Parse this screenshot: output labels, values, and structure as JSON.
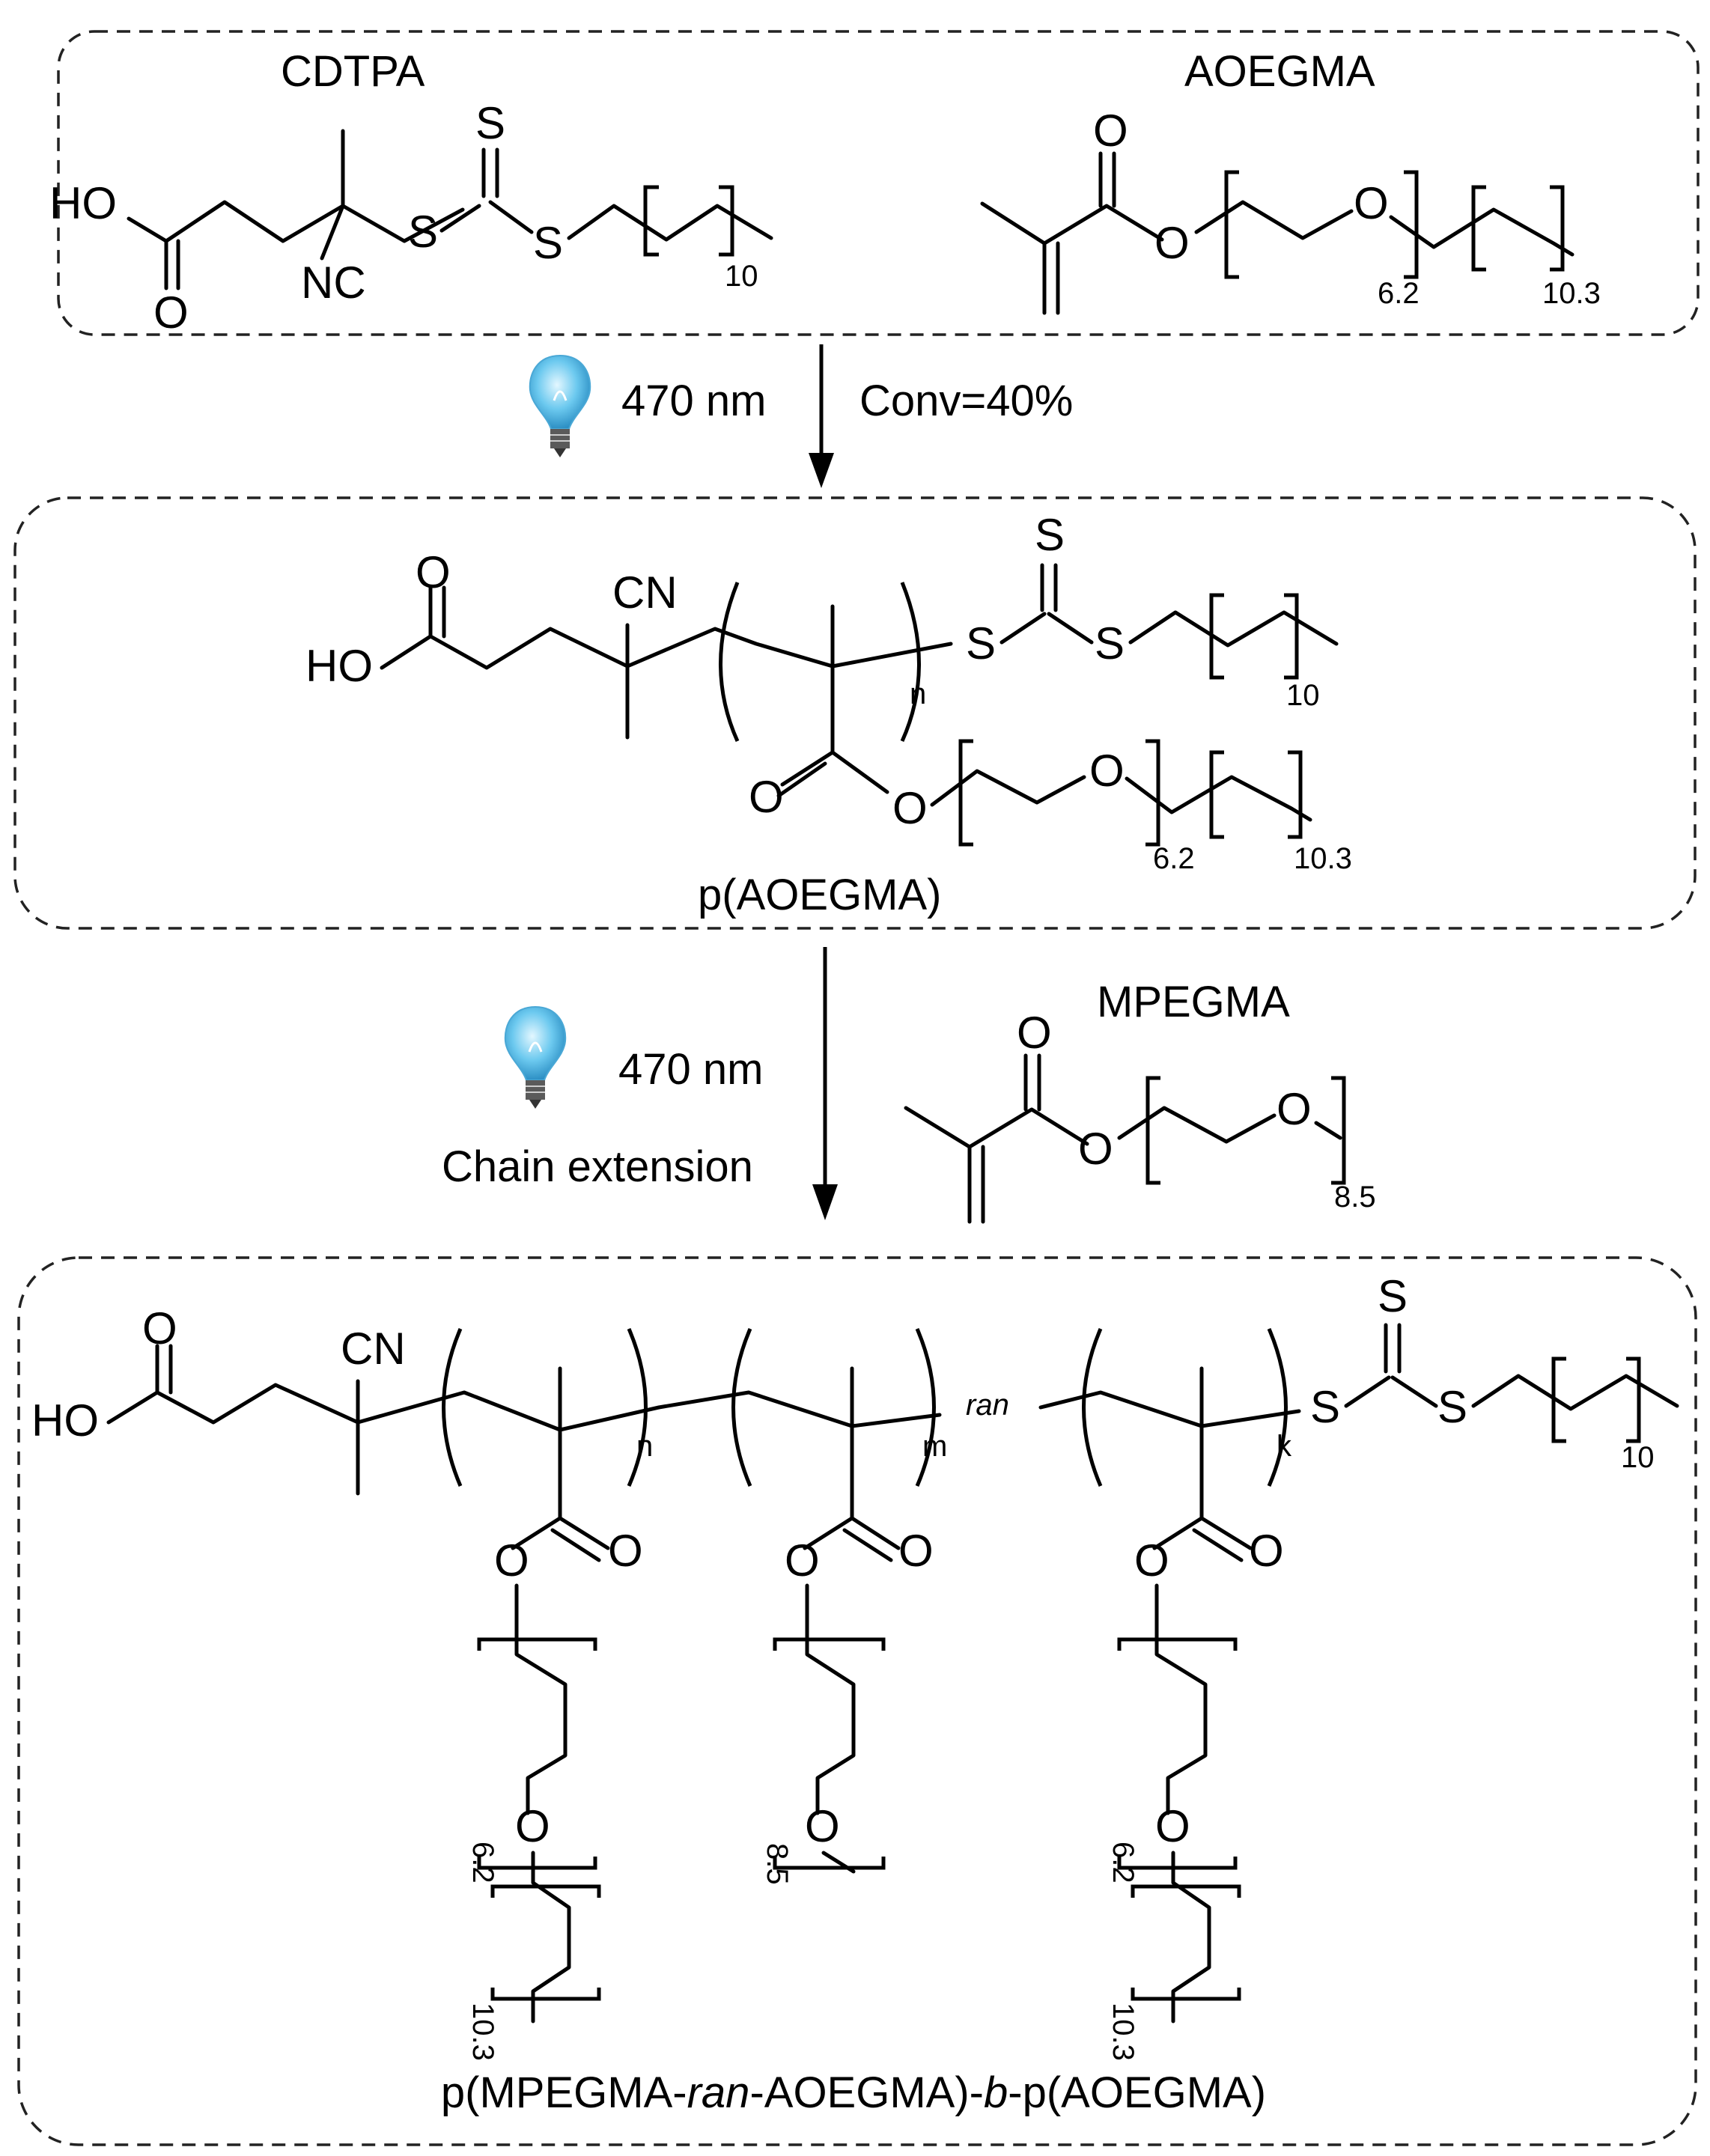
{
  "reagents": {
    "raft_agent": "CDTPA",
    "monomer_1": "AOEGMA",
    "monomer_2": "MPEGMA"
  },
  "step1": {
    "wavelength": "470 nm",
    "conversion": "Conv=40%"
  },
  "step2": {
    "wavelength": "470 nm",
    "note": "Chain extension"
  },
  "products": {
    "macro_raft": "p(AOEGMA)",
    "final": {
      "p1": "p(MPEGMA-",
      "ran": "ran",
      "p2": "-AOEGMA)-",
      "b": "b",
      "p3": "-p(AOEGMA)"
    }
  },
  "atoms": {
    "O": "O",
    "S": "S",
    "HO": "HO",
    "NC": "NC",
    "CN": "CN"
  },
  "repeat_counts": {
    "c10": "10",
    "c6_2": "6.2",
    "c10_3": "10.3",
    "c8_5": "8.5",
    "n": "n",
    "m": "m",
    "k": "k",
    "ran": "ran"
  },
  "colors": {
    "bulb_glass": "#6cc9ef",
    "bulb_highlight": "#e3f7ff",
    "bulb_base": "#5a5a5a",
    "panel_border": "#222222"
  }
}
